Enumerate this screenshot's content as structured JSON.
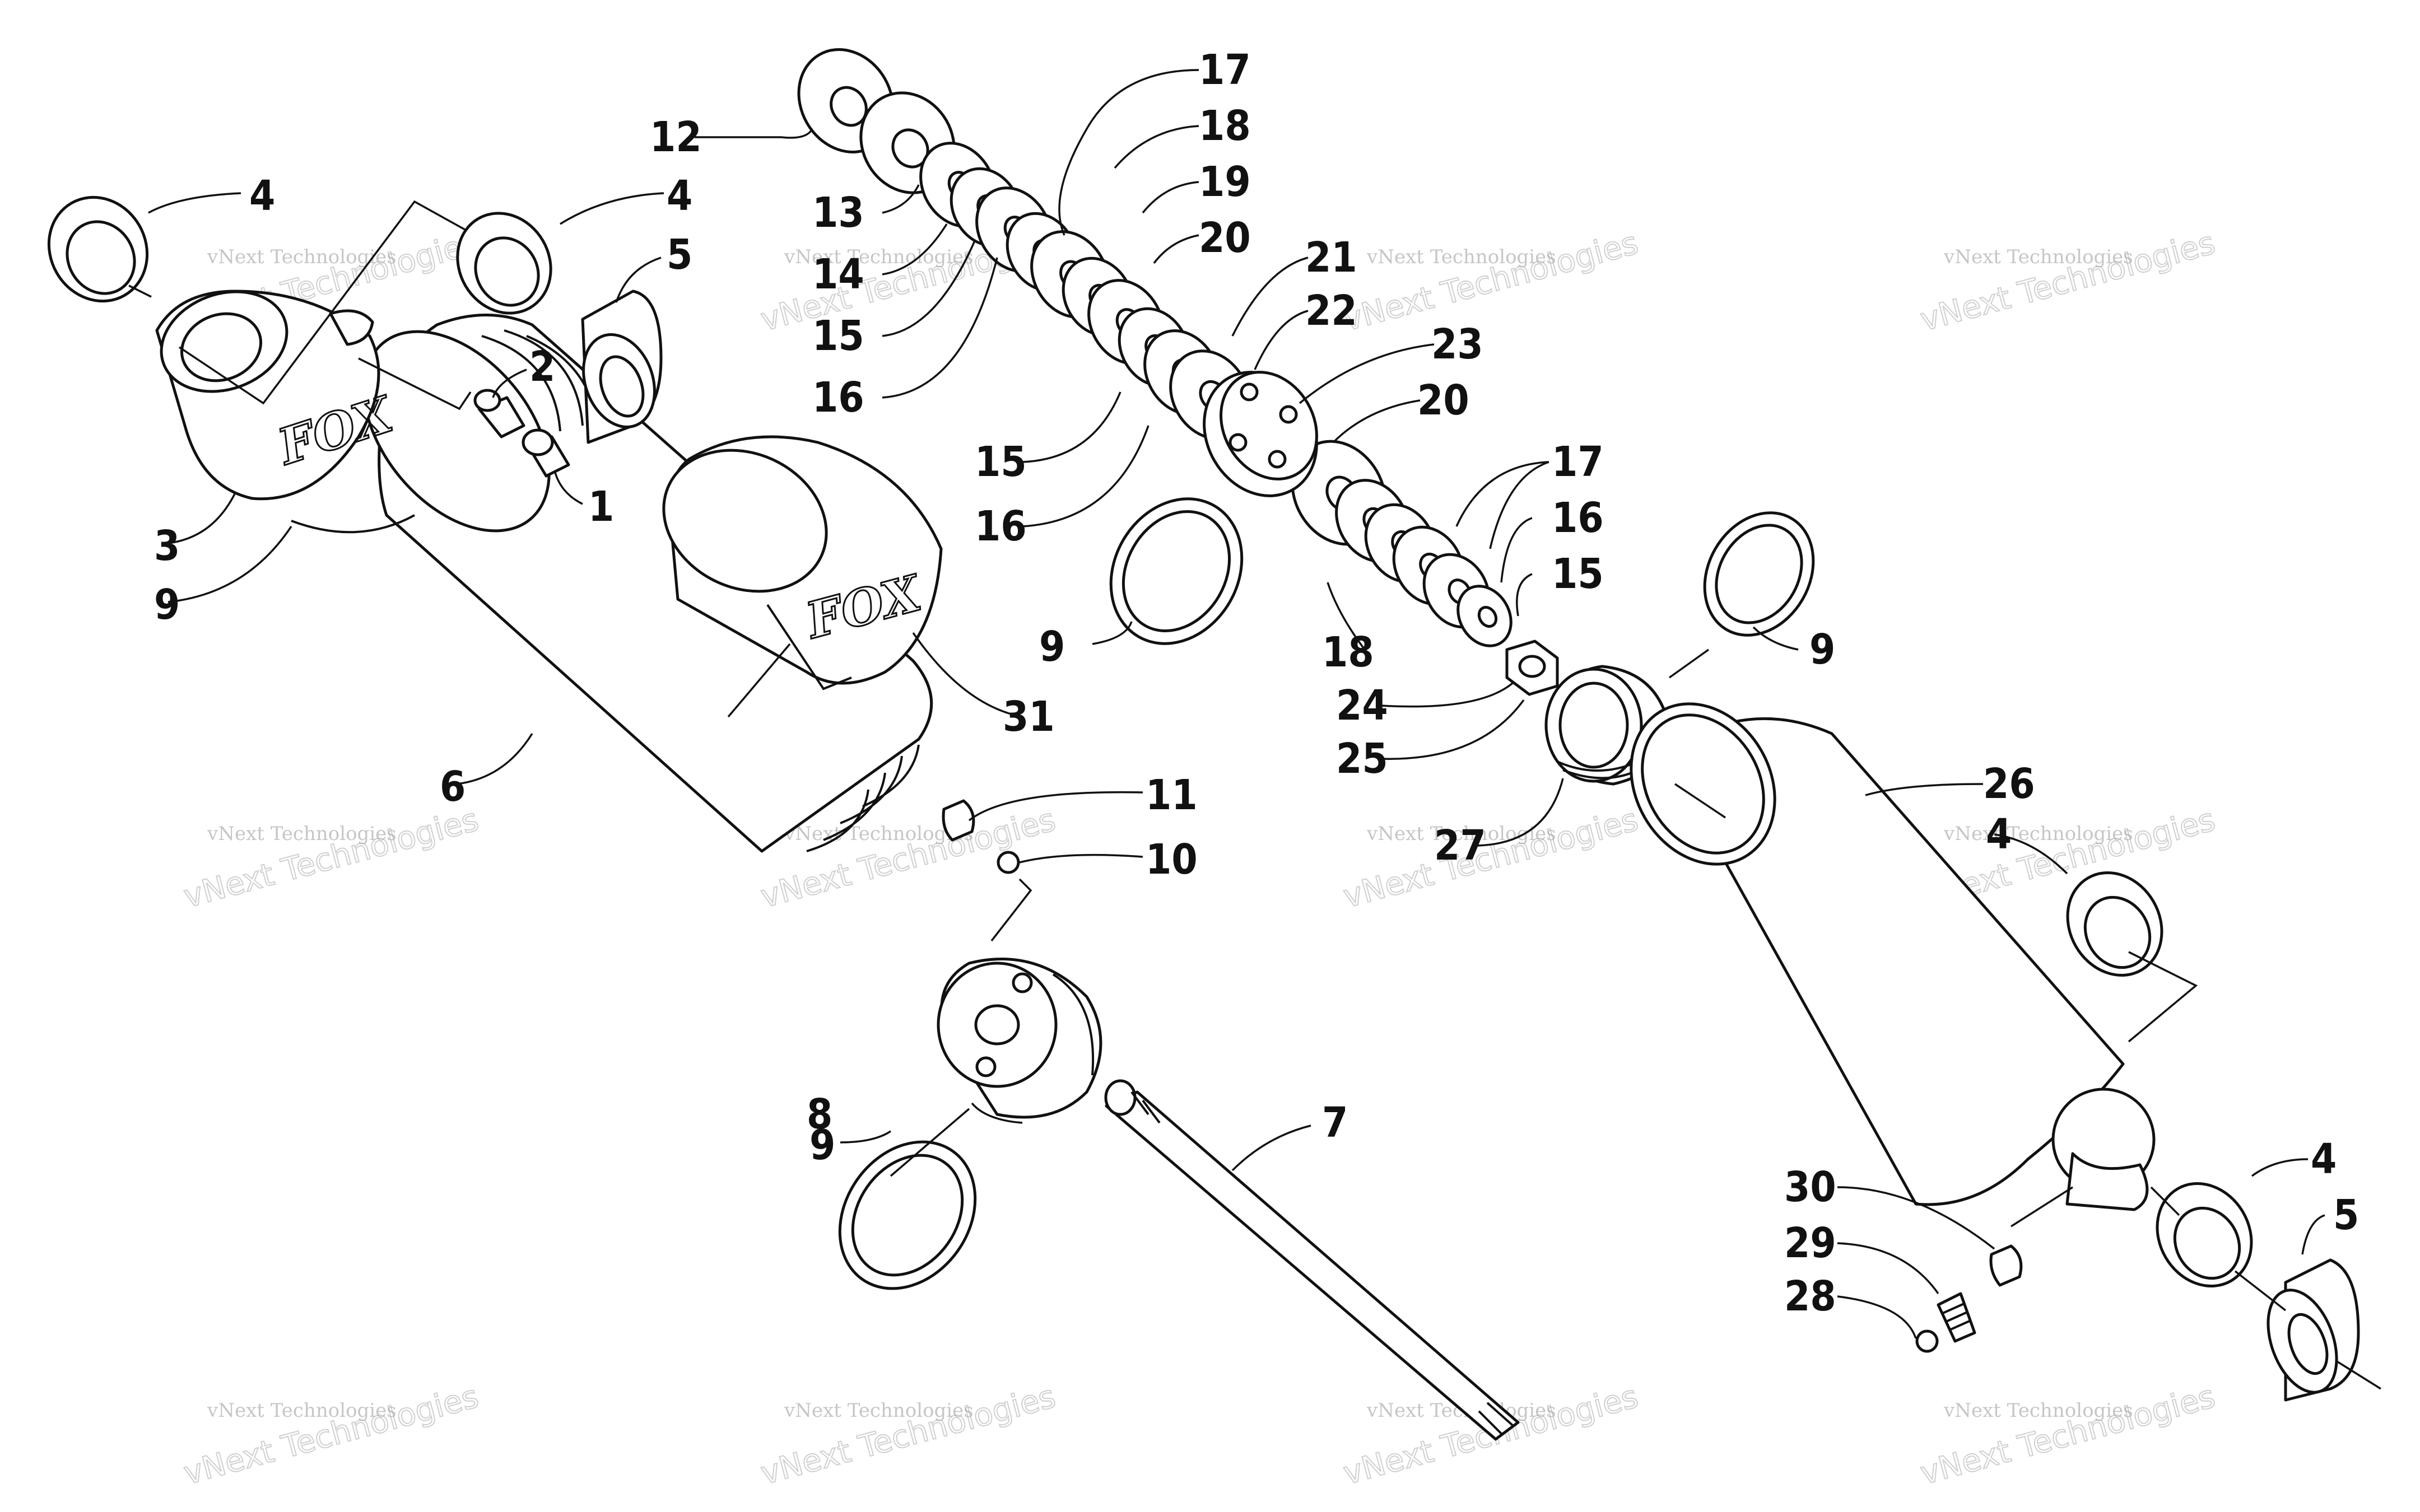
{
  "diagram": {
    "callouts": [
      {
        "id": "c1",
        "label": "1"
      },
      {
        "id": "c2",
        "label": "2"
      },
      {
        "id": "c3",
        "label": "3"
      },
      {
        "id": "c4a",
        "label": "4"
      },
      {
        "id": "c4b",
        "label": "4"
      },
      {
        "id": "c4c",
        "label": "4"
      },
      {
        "id": "c4d",
        "label": "4"
      },
      {
        "id": "c5a",
        "label": "5"
      },
      {
        "id": "c5b",
        "label": "5"
      },
      {
        "id": "c6",
        "label": "6"
      },
      {
        "id": "c7",
        "label": "7"
      },
      {
        "id": "c8",
        "label": "8"
      },
      {
        "id": "c9a",
        "label": "9"
      },
      {
        "id": "c9b",
        "label": "9"
      },
      {
        "id": "c9c",
        "label": "9"
      },
      {
        "id": "c9d",
        "label": "9"
      },
      {
        "id": "c10",
        "label": "10"
      },
      {
        "id": "c11",
        "label": "11"
      },
      {
        "id": "c12",
        "label": "12"
      },
      {
        "id": "c13",
        "label": "13"
      },
      {
        "id": "c14",
        "label": "14"
      },
      {
        "id": "c15a",
        "label": "15"
      },
      {
        "id": "c15b",
        "label": "15"
      },
      {
        "id": "c15c",
        "label": "15"
      },
      {
        "id": "c16a",
        "label": "16"
      },
      {
        "id": "c16b",
        "label": "16"
      },
      {
        "id": "c16c",
        "label": "16"
      },
      {
        "id": "c17a",
        "label": "17"
      },
      {
        "id": "c17b",
        "label": "17"
      },
      {
        "id": "c18a",
        "label": "18"
      },
      {
        "id": "c18b",
        "label": "18"
      },
      {
        "id": "c19",
        "label": "19"
      },
      {
        "id": "c20a",
        "label": "20"
      },
      {
        "id": "c20b",
        "label": "20"
      },
      {
        "id": "c21",
        "label": "21"
      },
      {
        "id": "c22",
        "label": "22"
      },
      {
        "id": "c23",
        "label": "23"
      },
      {
        "id": "c24",
        "label": "24"
      },
      {
        "id": "c25",
        "label": "25"
      },
      {
        "id": "c26",
        "label": "26"
      },
      {
        "id": "c27",
        "label": "27"
      },
      {
        "id": "c28",
        "label": "28"
      },
      {
        "id": "c29",
        "label": "29"
      },
      {
        "id": "c30",
        "label": "30"
      },
      {
        "id": "c31",
        "label": "31"
      }
    ],
    "logo_text": "FOX",
    "watermark": {
      "line1": "vNext Technologies",
      "line2": "vNext Technologies"
    }
  }
}
